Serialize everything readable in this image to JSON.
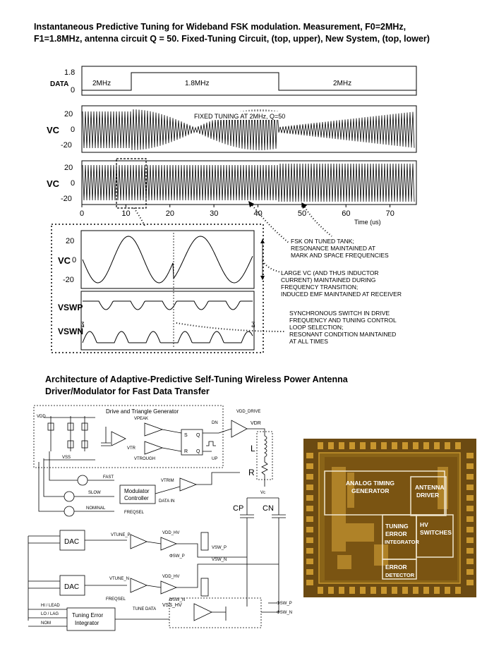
{
  "title": {
    "line1": "Instantaneous Predictive Tuning for Wideband FSK modulation. Measurement, F0=2MHz,",
    "line2": "F1=1.8MHz,  antenna circuit Q = 50.  Fixed-Tuning Circuit, (top, upper), New System, (top, lower)"
  },
  "plot": {
    "data_label": "DATA",
    "data_ticks": [
      "1.8",
      "0"
    ],
    "segments": [
      "2MHz",
      "1.8MHz",
      "2MHz"
    ],
    "vc_label": "VC",
    "vc_ticks": [
      "20",
      "0",
      "-20"
    ],
    "fixed_note": "FIXED TUNING AT 2MHz, Q=50",
    "x_ticks": [
      "0",
      "10",
      "20",
      "30",
      "40",
      "50",
      "60",
      "70"
    ],
    "x_label": "Time (us)"
  },
  "zoom": {
    "vc_label": "VC",
    "vc_ticks": [
      "20",
      "0",
      "-20"
    ],
    "vswp": "VSWP",
    "vswn": "VSWN"
  },
  "annotations": {
    "a1": [
      "FSK ON TUNED TANK;",
      "RESONANCE MAINTAINED AT",
      "MARK AND SPACE FREQUENCIES"
    ],
    "a2": [
      "LARGE VC (AND THUS INDUCTOR",
      "CURRENT) MAINTAINED DURING",
      "FREQUENCY TRANSITION;",
      "INDUCED EMF MAINTAINED AT RECEIVER"
    ],
    "a3": [
      "SYNCHRONOUS SWITCH IN DRIVE",
      "FREQUENCY AND TUNING CONTROL",
      "LOOP SELECTION;",
      "RESONANT CONDITION MAINTAINED",
      "AT ALL TIMES"
    ]
  },
  "arch_title": {
    "line1": "Architecture of Adaptive-Predictive Self-Tuning Wireless Power Antenna",
    "line2": "Driver/Modulator for Fast Data Transfer"
  },
  "schematic": {
    "drive_block": "Drive and Triangle Generator",
    "vdd": "VDD",
    "vss": "VSS",
    "vpeak": "VPEAK",
    "vtrough": "VTROUGH",
    "vtr": "VTR",
    "dn": "DN",
    "up": "UP",
    "s": "S",
    "r": "R",
    "q": "Q",
    "qbar": "Q",
    "fast": "FAST",
    "slow": "SLOW",
    "nominal": "NOMINAL",
    "mod1": "Modulator",
    "mod2": "Controller",
    "vtrim": "VTRIM",
    "datain": "DATA IN",
    "freqsel": "FREQSEL",
    "vdd_drive": "VDD_DRIVE",
    "vdr": "VDR",
    "l": "L",
    "r_res": "R",
    "vc": "Vc",
    "cp": "CP",
    "cn": "CN",
    "dac": "DAC",
    "vtune_p": "VTUNE_P",
    "vtune_n": "VTUNE_N",
    "vdd_hv": "VDD_HV",
    "vdd_hv2": "VDD_HV",
    "vss_hv": "VSS_HV",
    "vsw_p": "VSW_P",
    "vsw_n": "VSW_N",
    "phi_swp": "ΦSW_P",
    "phi_swn": "ΦSW_N",
    "hi_lead": "HI / LEAD",
    "lo_lag": "LO / LAG",
    "nom": "NOM",
    "tei1": "Tuning Error",
    "tei2": "Integrator",
    "tune_data": "TUNE DATA"
  },
  "chip": {
    "analog1": "ANALOG TIMING",
    "analog2": "GENERATOR",
    "antenna1": "ANTENNA",
    "antenna2": "DRIVER",
    "tuning1": "TUNING",
    "tuning2": "ERROR",
    "tuning3": "INTEGRATOR",
    "hv1": "HV",
    "hv2": "SWITCHES",
    "err1": "ERROR",
    "err2": "DETECTOR"
  },
  "colors": {
    "chip_bg": "#6b4a12",
    "chip_gold": "#c8962e",
    "chip_box": "#f0e6d0"
  }
}
